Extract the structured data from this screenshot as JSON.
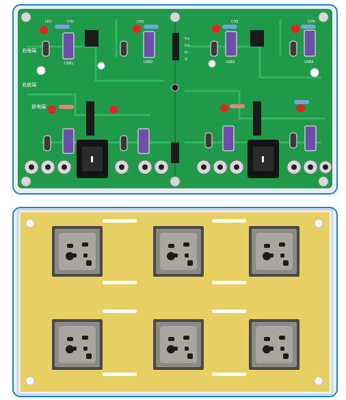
{
  "pcb": {
    "ch1_label": "CH1",
    "ch2_label": "CH2",
    "ch3_label": "CH3",
    "ch4_label": "CH4",
    "led_label": "LED",
    "left_top_side_label": "充电端",
    "left_mid_side_label": "充放端",
    "left_low_side_label": "放电端",
    "usb_labels": [
      "USB1",
      "USB2",
      "USB3",
      "USB4"
    ],
    "pin_labels": [
      "V+",
      "D+",
      "D-",
      "V-"
    ]
  },
  "colors": {
    "panel_border": "#1d7fc4",
    "pcb_green": "#1f9a4a",
    "trace_green": "#33b866",
    "socket_plate": "#e7cf62",
    "led_red": "#e8231d",
    "usb_purple": "#6b4fa8"
  }
}
